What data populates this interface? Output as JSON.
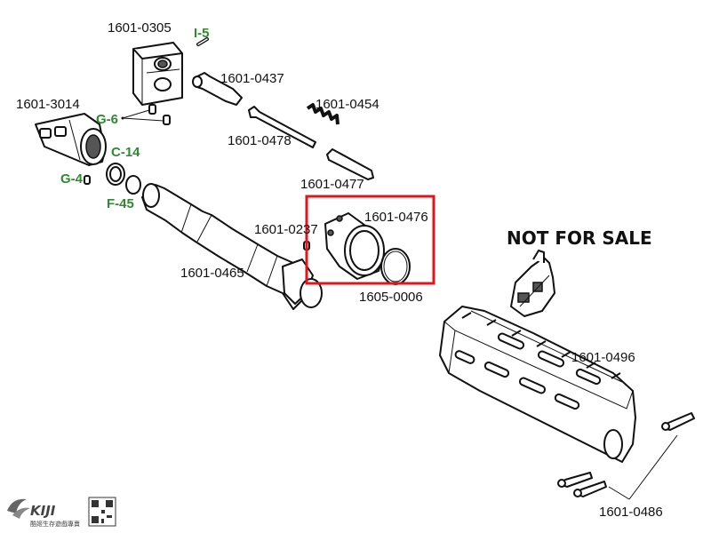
{
  "diagram": {
    "labels": {
      "p0305": "1601-0305",
      "i5": "I-5",
      "p0437": "1601-0437",
      "p3014": "1601-3014",
      "g6": "G-6",
      "p0454": "1601-0454",
      "p0478": "1601-0478",
      "c14": "C-14",
      "g4": "G-4",
      "f45": "F-45",
      "p0477": "1601-0477",
      "p0476": "1601-0476",
      "p0237": "1601-0237",
      "p0465": "1601-0465",
      "p0006": "1605-0006",
      "p0496": "1601-0496",
      "p0486": "1601-0486"
    },
    "not_for_sale": "NOT FOR SALE",
    "colors": {
      "highlight_box": "#e5141b",
      "green_label": "#2e8b2e",
      "part_outline": "#111111"
    },
    "watermark": {
      "brand": "KIJI",
      "subtitle": "酷姬生存遊戲專賣"
    }
  }
}
